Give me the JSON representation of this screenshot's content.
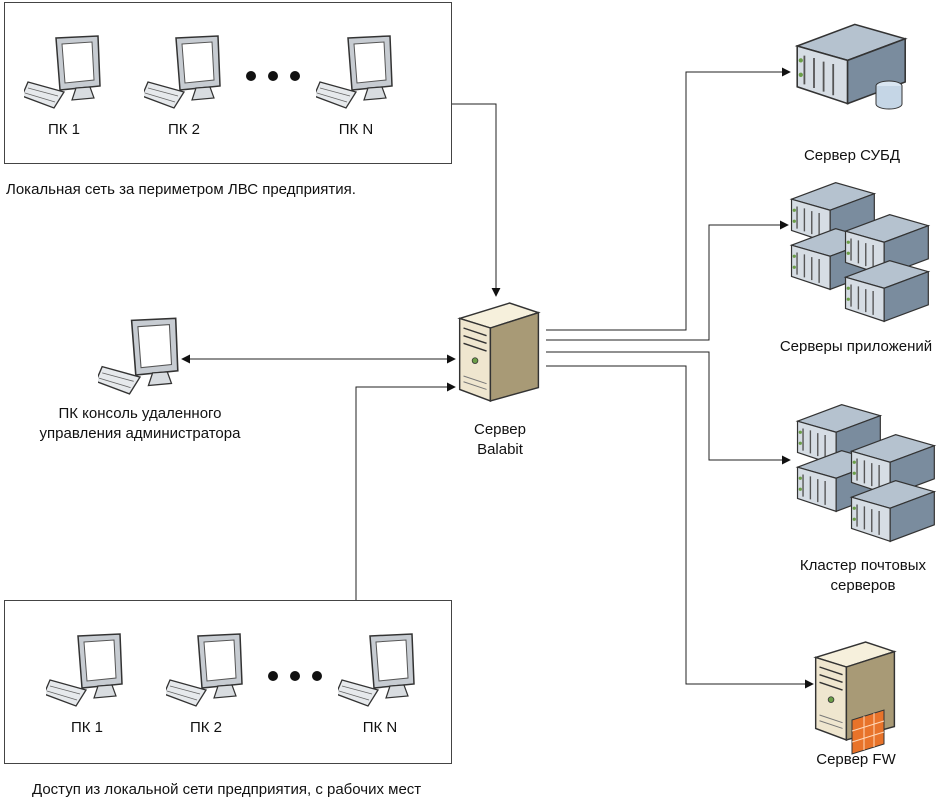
{
  "groups": {
    "top": {
      "caption": "Локальная сеть за периметром ЛВС предприятия.",
      "pcs": [
        "ПК 1",
        "ПК 2",
        "ПК N"
      ]
    },
    "bottom": {
      "caption": "Доступ из локальной сети предприятия, с рабочих мест",
      "pcs": [
        "ПК 1",
        "ПК 2",
        "ПК N"
      ]
    }
  },
  "admin_console": {
    "line1": "ПК консоль удаленного",
    "line2": "управления администратора"
  },
  "center_server": {
    "line1": "Сервер",
    "line2": "Balabit"
  },
  "targets": {
    "dbms": "Сервер СУБД",
    "apps": "Серверы приложений",
    "mail": {
      "line1": "Кластер почтовых",
      "line2": "серверов"
    },
    "fw": "Сервер FW"
  },
  "icons": {
    "pc": "desktop-computer-icon",
    "tower": "tower-server-icon",
    "rack": "rack-server-icon",
    "cluster": "server-cluster-icon",
    "firewall": "firewall-server-icon"
  },
  "colors": {
    "line": "#222222",
    "rack": "#7a8c9e",
    "tower": "#efe6cf",
    "firewall": "#e8732a"
  }
}
